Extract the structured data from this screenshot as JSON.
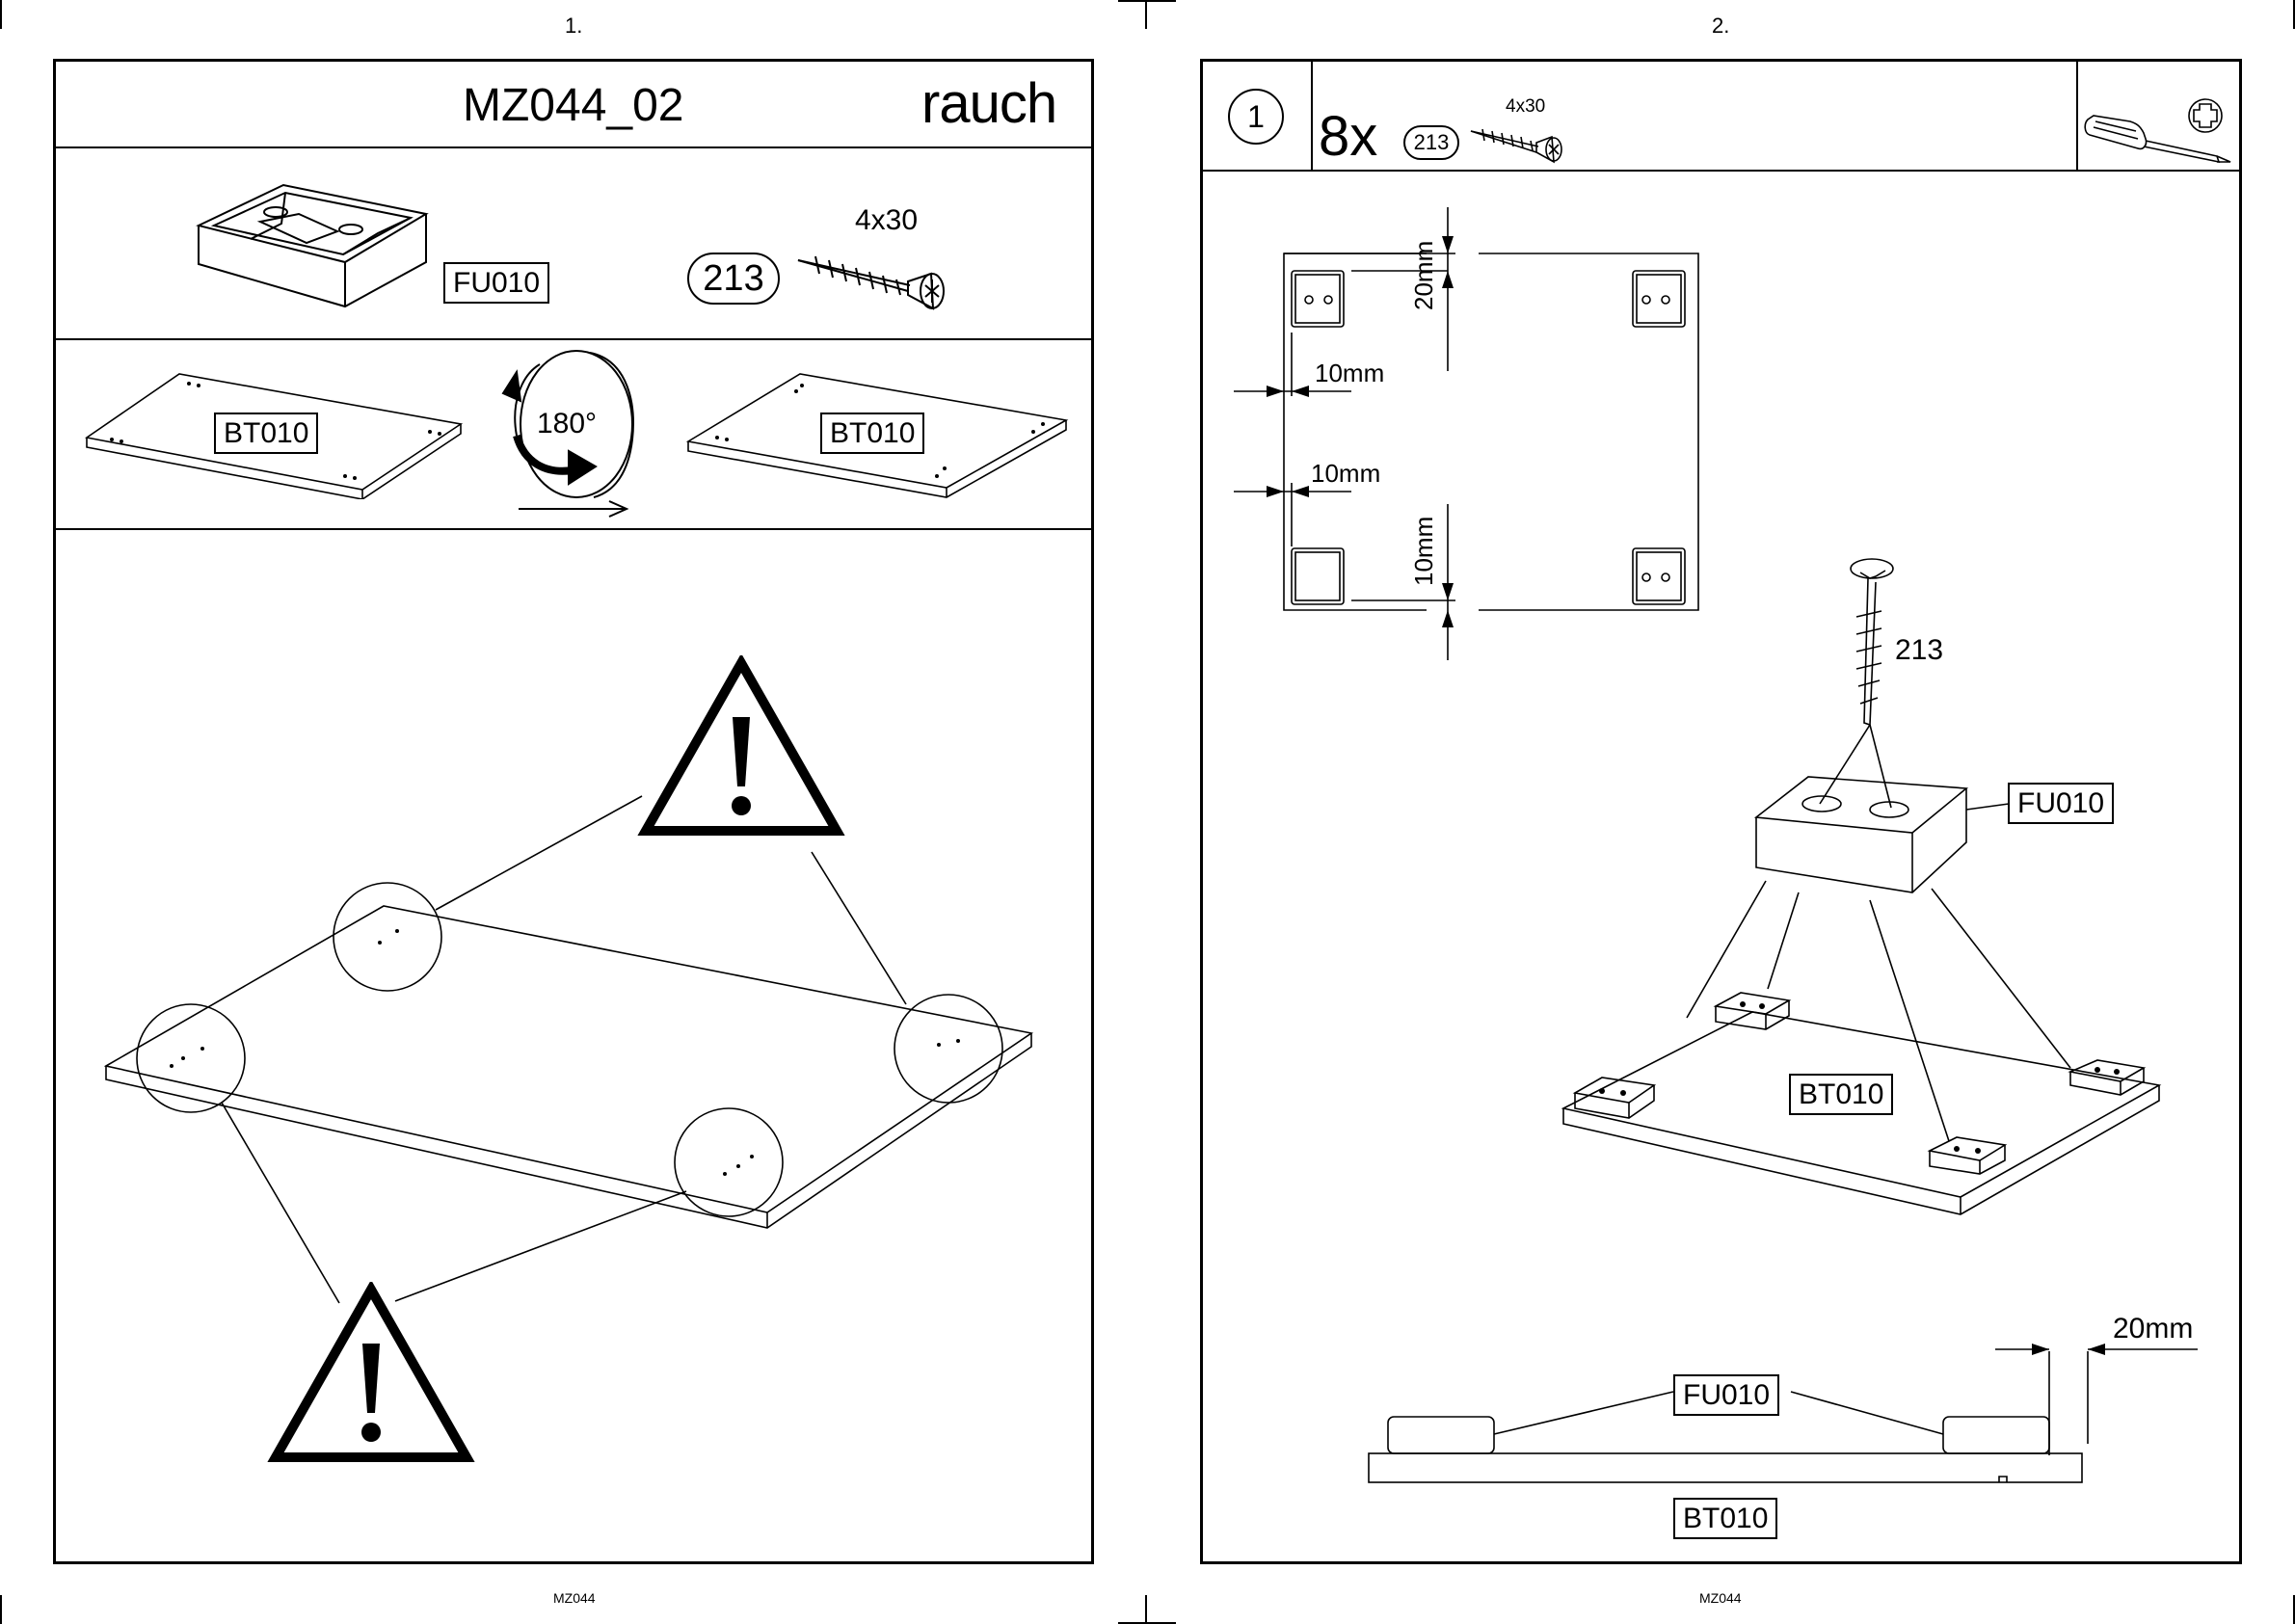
{
  "left_page": {
    "page_number": "1.",
    "model": "MZ044_02",
    "brand": "rauch",
    "footer": "MZ044",
    "parts": [
      {
        "label": "FU010",
        "icon": "foot-block-icon"
      },
      {
        "label": "213",
        "icon": "screw-icon",
        "size": "4x30"
      }
    ],
    "flip": {
      "board_before_label": "BT010",
      "angle": "180°",
      "board_after_label": "BT010",
      "icon": "rotate-arrow-icon"
    },
    "warning_icon": "warning-triangle-icon"
  },
  "right_page": {
    "page_number": "2.",
    "footer": "MZ044",
    "step": {
      "number": "1",
      "quantity": "8x",
      "part_id": "213",
      "size": "4x30",
      "tool_icon": "phillips-screwdriver-icon"
    },
    "plan": {
      "dims": [
        "20mm",
        "10mm",
        "10mm",
        "10mm"
      ]
    },
    "assembly": {
      "screw_label": "213",
      "foot_label": "FU010",
      "board_label": "BT010"
    },
    "side_view": {
      "dim": "20mm",
      "foot_label": "FU010",
      "board_label": "BT010"
    }
  }
}
